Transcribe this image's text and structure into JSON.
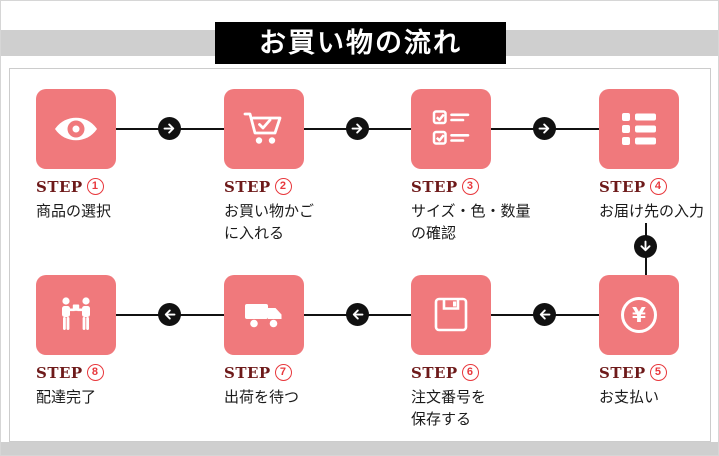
{
  "header": {
    "title": "お買い物の流れ"
  },
  "steps": [
    {
      "label": "STEP",
      "number": "1",
      "description": "商品の選択",
      "icon": "eye-icon"
    },
    {
      "label": "STEP",
      "number": "2",
      "description": "お買い物かご\nに入れる",
      "icon": "cart-icon"
    },
    {
      "label": "STEP",
      "number": "3",
      "description": "サイズ・色・数量\nの確認",
      "icon": "checklist-icon"
    },
    {
      "label": "STEP",
      "number": "4",
      "description": "お届け先の入力",
      "icon": "list-icon"
    },
    {
      "label": "STEP",
      "number": "5",
      "description": "お支払い",
      "icon": "yen-icon"
    },
    {
      "label": "STEP",
      "number": "6",
      "description": "注文番号を\n保存する",
      "icon": "floppy-icon"
    },
    {
      "label": "STEP",
      "number": "7",
      "description": "出荷を待つ",
      "icon": "truck-icon"
    },
    {
      "label": "STEP",
      "number": "8",
      "description": "配達完了",
      "icon": "handshake-icon"
    }
  ],
  "colors": {
    "accent": "#f0797c",
    "step_label_text": "#6e1a1a",
    "step_number": "#e8383d",
    "header_bg": "#000000",
    "header_text": "#ffffff",
    "strip": "#cfcfcf",
    "connector": "#111111"
  }
}
